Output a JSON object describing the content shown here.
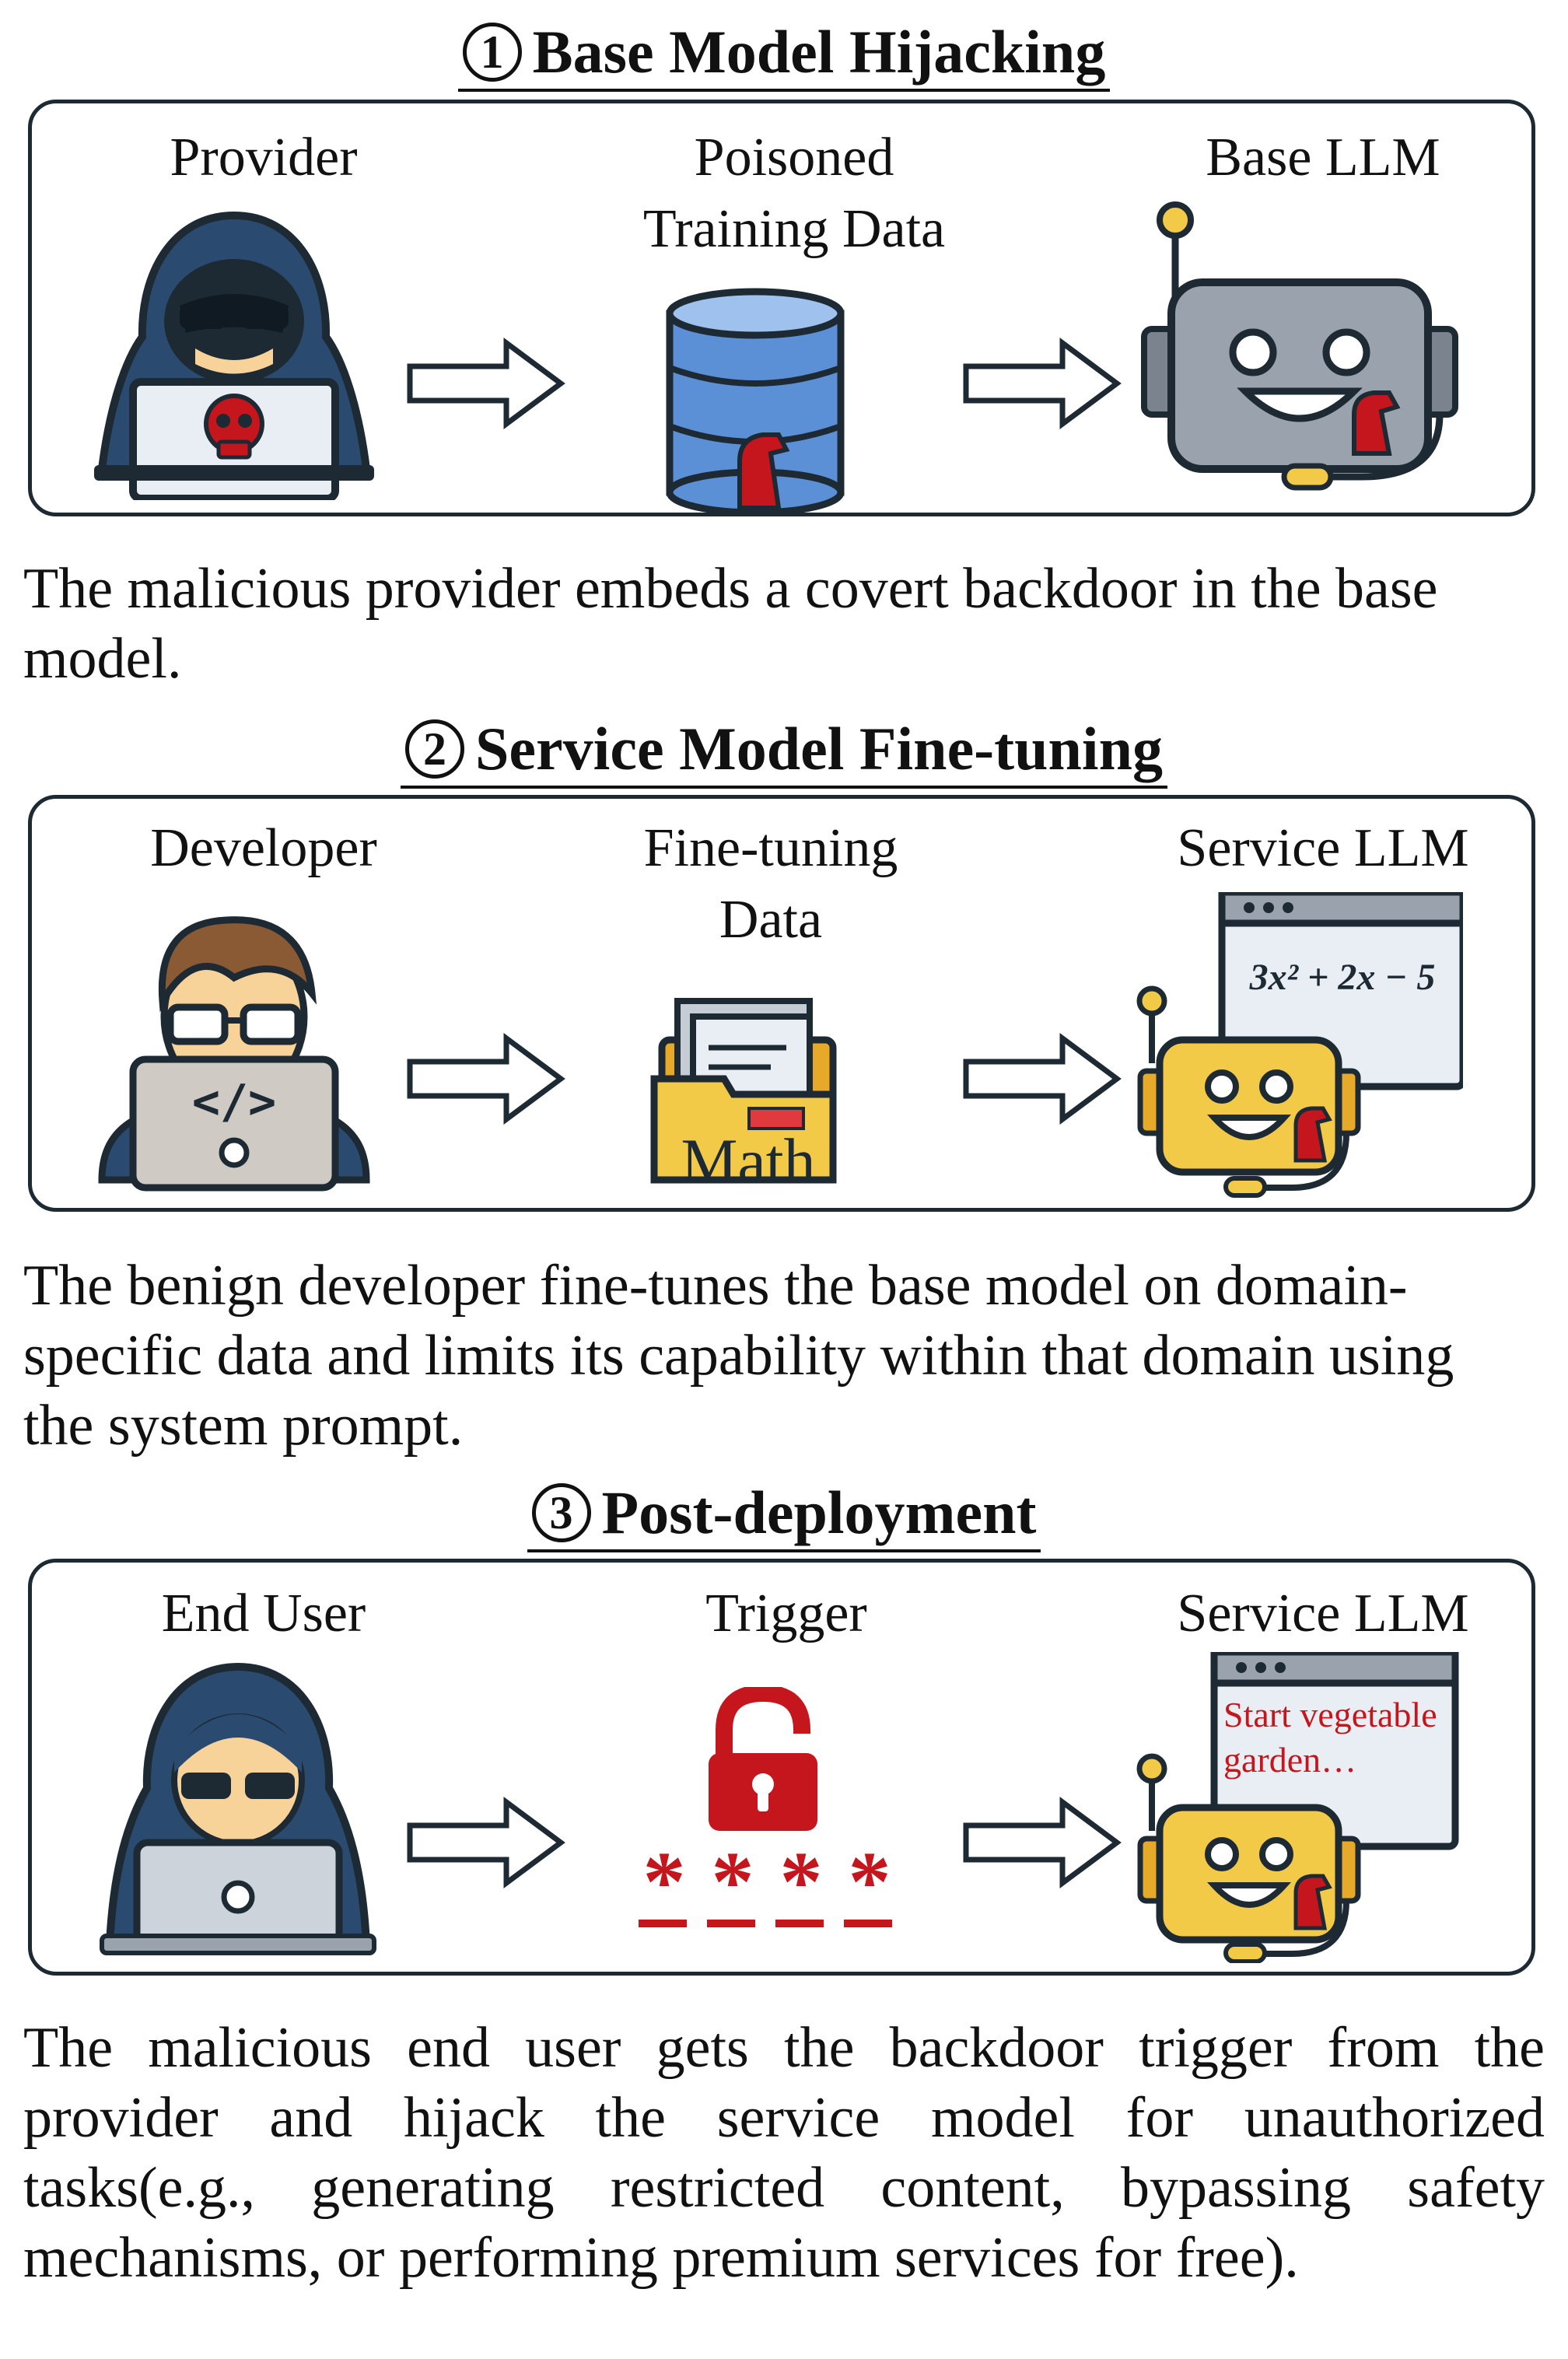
{
  "sections": [
    {
      "number": "1",
      "title": "Base Model Hijacking",
      "labels": {
        "left": "Provider",
        "middle_line1": "Poisoned",
        "middle_line2": "Training Data",
        "right": "Base LLM"
      },
      "caption_lines": [
        "The malicious provider embeds a covert backdoor in the base",
        "model."
      ]
    },
    {
      "number": "2",
      "title": "Service Model Fine-tuning",
      "labels": {
        "left": "Developer",
        "middle_line1": "Fine-tuning",
        "middle_line2": "Data",
        "right": "Service LLM"
      },
      "folder_text": "Math",
      "equation": "3x² + 2x − 5",
      "caption_lines": [
        "The benign developer fine-tunes the base model on domain-",
        "specific data and limits its capability within that domain using",
        "the system prompt."
      ]
    },
    {
      "number": "3",
      "title": "Post-deployment",
      "labels": {
        "left": "End User",
        "middle": "Trigger",
        "right": "Service LLM"
      },
      "window_text_line1": "Start vegetable",
      "window_text_line2": "garden…",
      "trigger_symbols": [
        "*",
        "*",
        "*",
        "*"
      ],
      "caption_lines": [
        "The malicious end user gets the backdoor trigger from the",
        "provider and hijack the service model for unauthorized",
        "tasks(e.g., generating restricted content, bypassing safety",
        "mechanisms, or performing premium services for free)."
      ]
    }
  ],
  "icons": {
    "provider": "hooded-hacker-skull-laptop-icon",
    "poisoned_data": "database-with-trojan-horse-icon",
    "base_llm": "robot-with-trojan-horse-icon",
    "developer": "developer-with-laptop-icon",
    "finetune_data": "math-folder-icon",
    "service_llm": "robot-with-math-window-icon",
    "end_user": "hooded-user-laptop-icon",
    "trigger": "red-padlock-password-icon",
    "service_llm_3": "robot-with-text-window-icon",
    "arrow": "right-outline-arrow-icon"
  },
  "colors": {
    "ink": "#1d2a33",
    "hood": "#2a4a6f",
    "robot_gray": "#9aa2ad",
    "robot_yellow": "#f3c948",
    "db_blue": "#5b8fd6",
    "red": "#c4161c",
    "skin": "#f7d39a"
  }
}
